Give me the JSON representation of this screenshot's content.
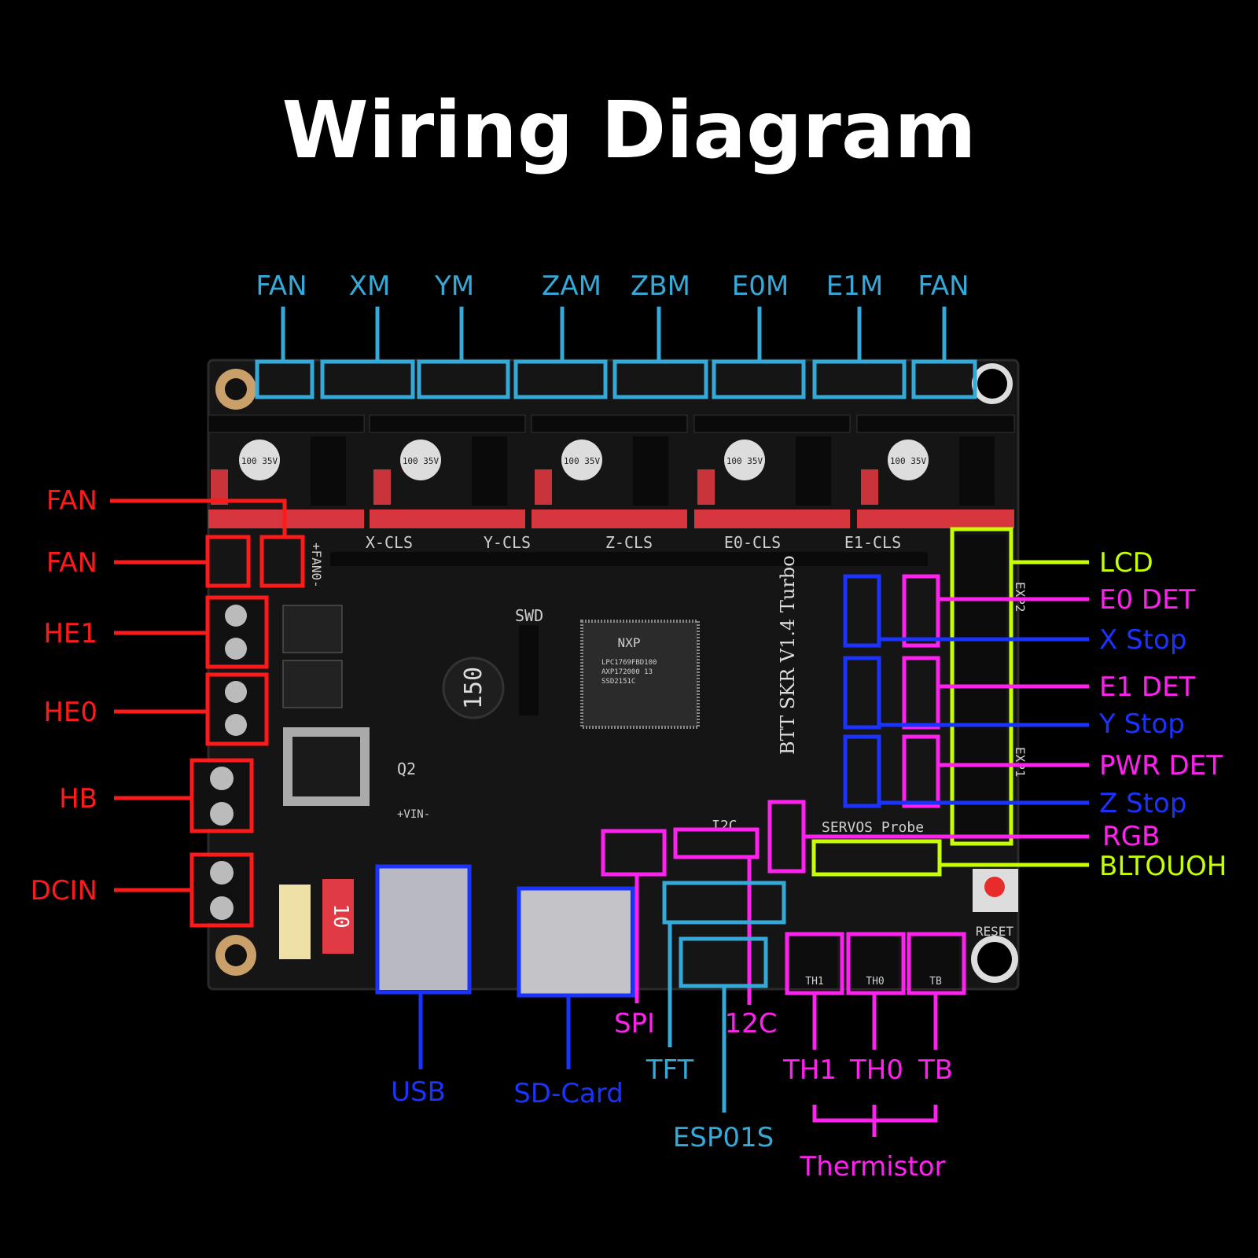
{
  "title": "Wiring Diagram",
  "colors": {
    "background": "#000000",
    "motor_fan_esp_tft": "#35a9d8",
    "power_heaters_fans": "#ff1a1a",
    "detect_signals": "#ff22ee",
    "stops_usb_sd": "#1a33ff",
    "lcd_bltouch": "#c6ff00"
  },
  "top_labels": [
    "FAN",
    "XM",
    "YM",
    "ZAM",
    "ZBM",
    "E0M",
    "E1M",
    "FAN"
  ],
  "left_labels": [
    "FAN",
    "FAN",
    "HE1",
    "HE0",
    "HB",
    "DCIN"
  ],
  "right_labels": [
    "LCD",
    "E0 DET",
    "X Stop",
    "E1 DET",
    "Y Stop",
    "PWR DET",
    "Z Stop",
    "RGB",
    "BLTOUOH"
  ],
  "bottom_labels": {
    "spi": "SPI",
    "i2c": "12C",
    "tft": "TFT",
    "esp": "ESP01S",
    "usb": "USB",
    "sd": "SD-Card",
    "th1": "TH1",
    "th0": "TH0",
    "tb": "TB",
    "thermistor": "Thermistor"
  },
  "board_silkscreen": {
    "name": "BTT SKR V1.4 Turbo",
    "cls": [
      "X-CLS",
      "Y-CLS",
      "Z-CLS",
      "E0-CLS",
      "E1-CLS"
    ],
    "cap": "100 35V",
    "swd": "SWD",
    "mcu": "NXP",
    "mcu_line1": "LPC1769FBD100",
    "mcu_line2": "AXP172000 13",
    "mcu_line3": "SSD2151C",
    "inductor": "150",
    "fuse": "10",
    "reset": "RESET",
    "servos_probe": "SERVOS Probe",
    "i2c_silk": "I2C",
    "exp1": "EXP1",
    "exp2": "EXP2",
    "th_silk": [
      "TH1",
      "TH0",
      "TB"
    ],
    "fan0": "+FAN0-",
    "vin": "+VIN-",
    "q2": "Q2"
  }
}
